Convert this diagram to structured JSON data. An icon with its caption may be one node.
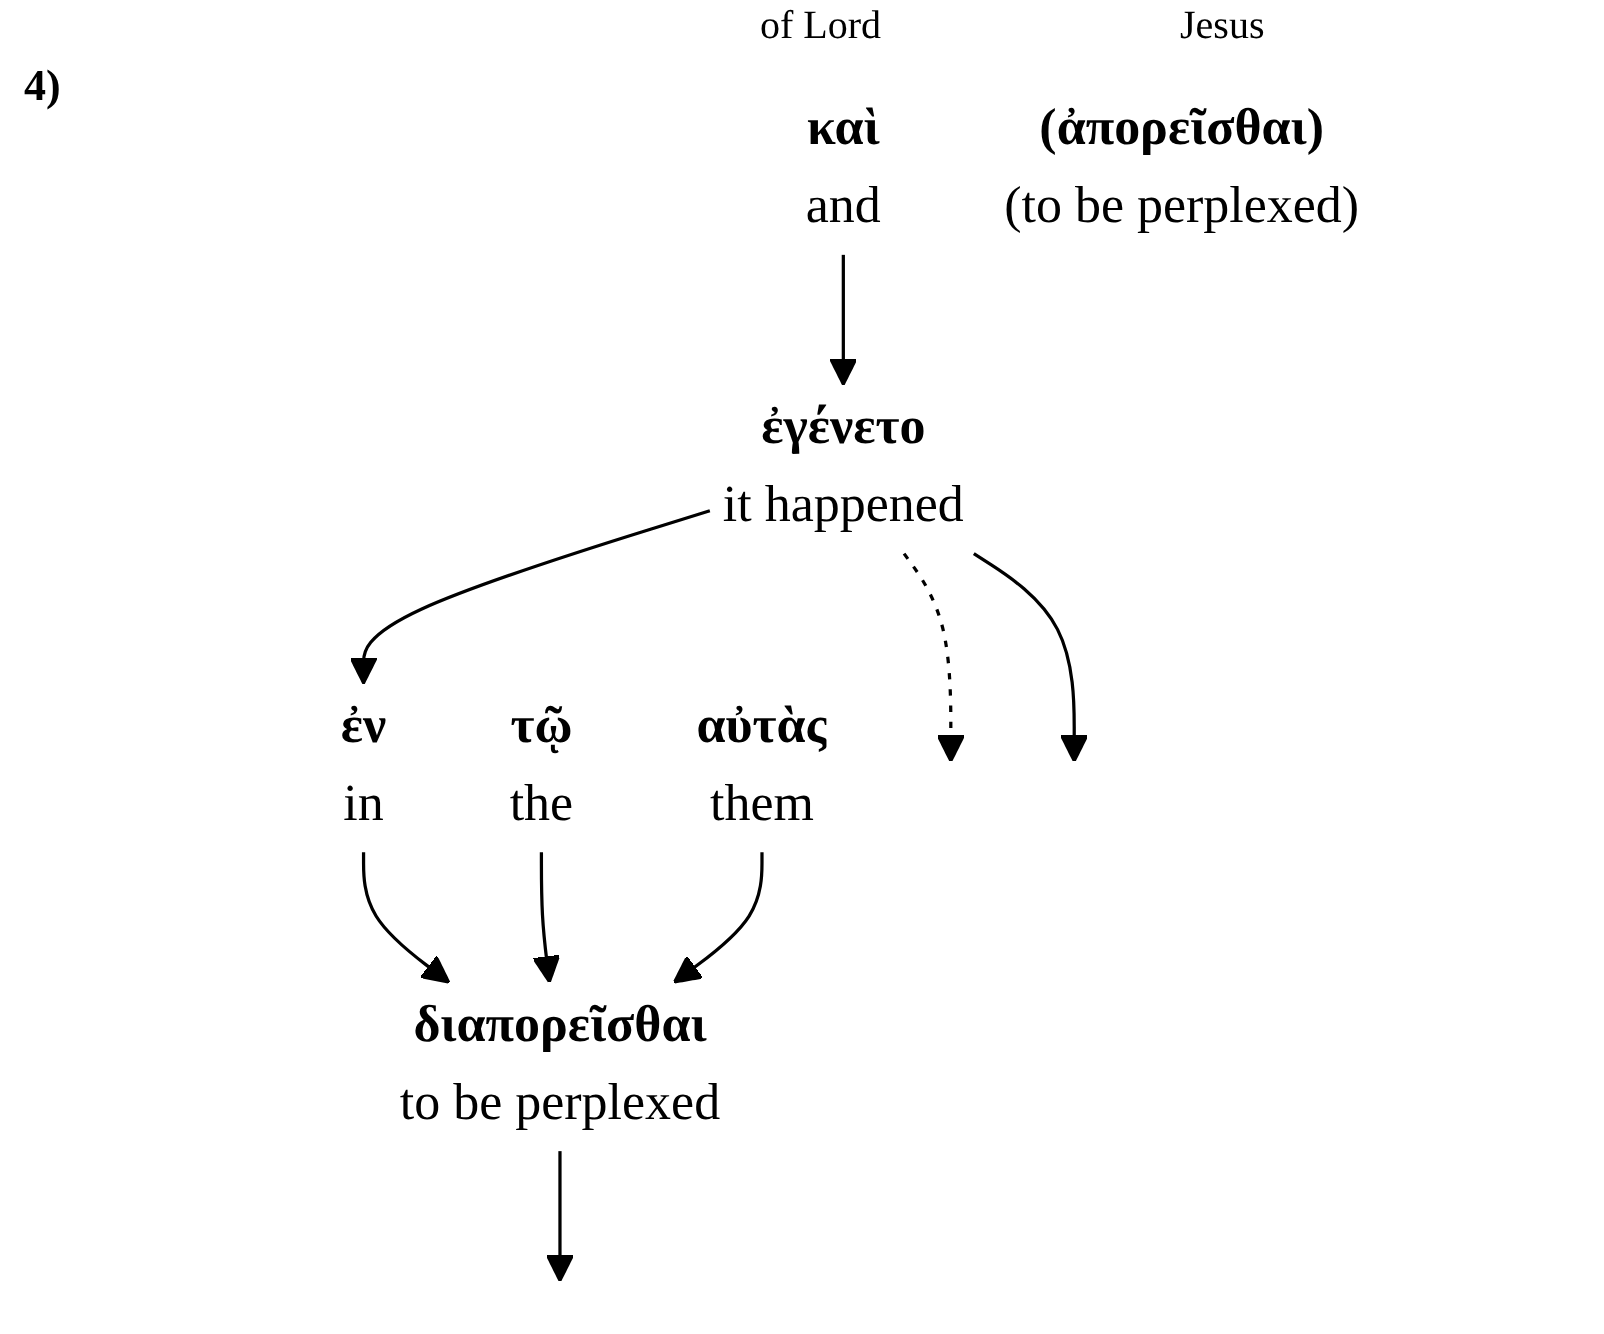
{
  "diagram": {
    "nodes": [
      {
        "text": [
          "καὶ",
          "and"
        ]
      },
      {
        "text": [
          "ἐγένετο",
          "it happened"
        ]
      },
      {
        "text": [
          "ἐν",
          "in"
        ]
      },
      {
        "text": [
          "τῷ",
          "the"
        ]
      },
      {
        "text": [
          "διαπορεῖσθαι",
          "to be perplexed"
        ]
      },
      {
        "text": [
          "(ἀπορεῖσθαι)",
          "(to be perplexed)"
        ]
      },
      {
        "text": [
          "αὐτὰς",
          "them"
        ]
      }
    ],
    "edges": [
      {
        "from": 0,
        "to": 1,
        "arrow": "to"
      },
      {
        "from": 1,
        "to": 2,
        "arrow": "to"
      },
      {
        "from": 2,
        "to": 4,
        "arrow": "to"
      },
      {
        "from": 3,
        "to": 4,
        "arrow": "to"
      },
      {
        "from": 6,
        "to": 4,
        "arrow": "to"
      },
      {
        "from": 1,
        "to": null,
        "arrow": "to",
        "style": "dashed"
      },
      {
        "from": 1,
        "to": null,
        "arrow": "to"
      },
      {
        "from": 4,
        "to": null,
        "arrow": "to"
      }
    ],
    "labels": [
      "of Lord",
      "Jesus",
      "4)"
    ]
  }
}
